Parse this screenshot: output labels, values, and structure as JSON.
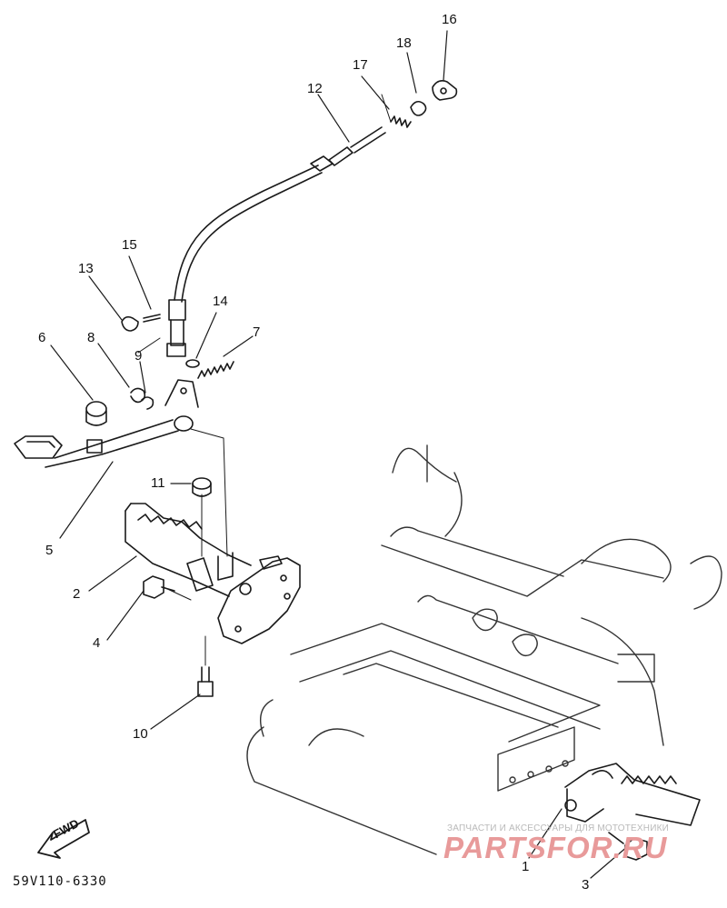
{
  "callouts": {
    "c1": "1",
    "c2": "2",
    "c3": "3",
    "c4": "4",
    "c5": "5",
    "c6": "6",
    "c7": "7",
    "c8": "8",
    "c9": "9",
    "c10": "10",
    "c11": "11",
    "c12": "12",
    "c13": "13",
    "c14": "14",
    "c15": "15",
    "c16": "16",
    "c17": "17",
    "c18": "18"
  },
  "fwd_label": "FWD",
  "diagram_code": "59V110-6330",
  "watermark": {
    "caption": "ЗАПЧАСТИ И АКСЕССУАРЫ ДЛЯ МОТОТЕХНИКИ",
    "brand": "PARTSFOR.RU"
  }
}
